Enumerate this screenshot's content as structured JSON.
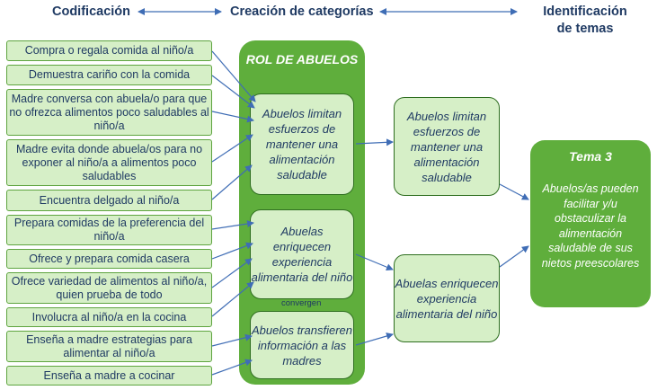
{
  "headers": {
    "codificacion": "Codificación",
    "creacion": "Creación de categorías",
    "identificacion": "Identificación de temas"
  },
  "codes": [
    "Compra o regala comida al niño/a",
    "Demuestra cariño con la comida",
    "Madre conversa con abuela/o para que no ofrezca alimentos poco saludables al niño/a",
    "Madre evita  donde abuela/os para no exponer al niño/a a alimentos poco saludables",
    "Encuentra delgado al niño/a",
    "Prepara comidas de la preferencia del niño/a",
    "Ofrece y prepara comida casera",
    "Ofrece variedad de alimentos al niño/a, quien prueba de todo",
    "Involucra al niño/a en la cocina",
    "Enseña a madre estrategias para alimentar al niño/a",
    "Enseña a madre a cocinar"
  ],
  "panel": {
    "title": "ROL DE ABUELOS",
    "categories": [
      "Abuelos limitan esfuerzos de mantener una alimentación saludable",
      "Abuelas enriquecen experiencia alimentaria del niño",
      "Abuelos transfieren información a las madres"
    ],
    "converge_label": "convergen"
  },
  "merged_categories": [
    "Abuelos limitan esfuerzos de mantener una alimentación saludable",
    "Abuelas enriquecen experiencia alimentaria del niño"
  ],
  "theme": {
    "title": "Tema 3",
    "text": "Abuelos/as pueden facilitar y/u obstaculizar la alimentación saludable de sus nietos preescolares"
  },
  "colors": {
    "box_fill": "#d6efc7",
    "panel_green": "#5fae3c",
    "text_navy": "#1f3a63",
    "arrow_blue": "#3f6db5"
  }
}
